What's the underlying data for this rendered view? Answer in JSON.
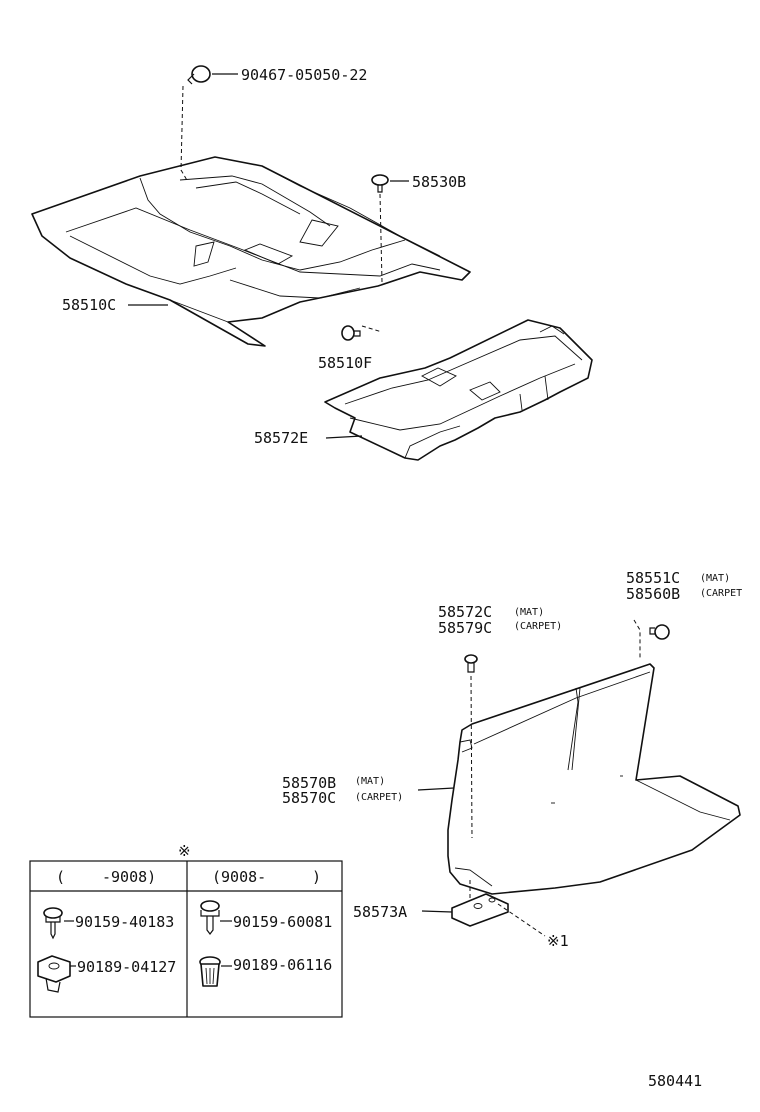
{
  "diagram_id": "580441",
  "labels": {
    "bolt_top": "90467-05050-22",
    "clip_58530b": "58530B",
    "carpet_58510c": "58510C",
    "clip_58510f": "58510F",
    "silencer_58572e": "58572E",
    "clip_58572c": "58572C",
    "clip_58579c": "58579C",
    "clip_58551c": "58551C",
    "clip_58560b": "58560B",
    "mat_58570b": "58570B",
    "mat_58570c": "58570C",
    "bracket_58573a": "58573A",
    "note_ref": "※1"
  },
  "qualifiers": {
    "mat": "(MAT)",
    "carpet": "(CARPET)",
    "mat_paren": "(MAT)",
    "carpet_paren": "(CARPET)",
    "carpet_cut": "(CARPET"
  },
  "legend": {
    "mark": "※",
    "col1_open": "(",
    "col1_date": "-9008)",
    "col2_date": "(9008-",
    "col2_close": ")",
    "col1_screw": "90159-40183",
    "col1_nut": "90189-04127",
    "col2_screw": "90159-60081",
    "col2_nut": "90189-06116"
  }
}
